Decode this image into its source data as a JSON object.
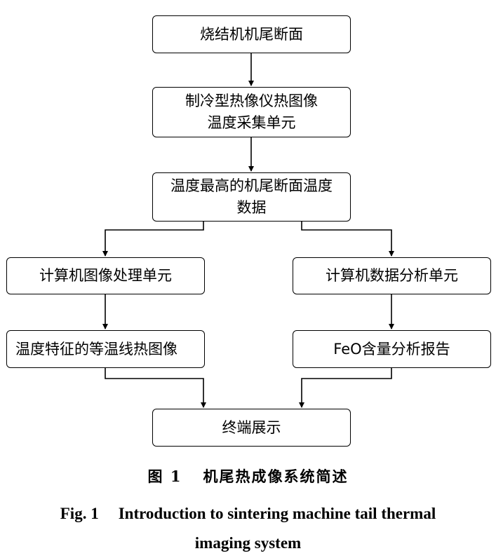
{
  "flowchart": {
    "node_acquire_section": [
      "烧结机机尾断面"
    ],
    "node_thermal_unit": [
      "制冷型热像仪热图像",
      "温度采集单元"
    ],
    "node_max_temp_data": [
      "温度最高的机尾断面温度",
      "数据"
    ],
    "node_image_processing": [
      "计算机图像处理单元"
    ],
    "node_data_analysis": [
      "计算机数据分析单元"
    ],
    "node_isotherm_image": [
      "温度特征的等温线热图像"
    ],
    "node_feo_report": [
      "FeO含量分析报告"
    ],
    "node_terminal_display": [
      "终端展示"
    ]
  },
  "caption": {
    "cn_number": "图 1",
    "cn_title": "机尾热成像系统简述",
    "en_number": "Fig. 1",
    "en_title_line1": "Introduction to sintering machine tail thermal",
    "en_title_line2": "imaging system"
  }
}
